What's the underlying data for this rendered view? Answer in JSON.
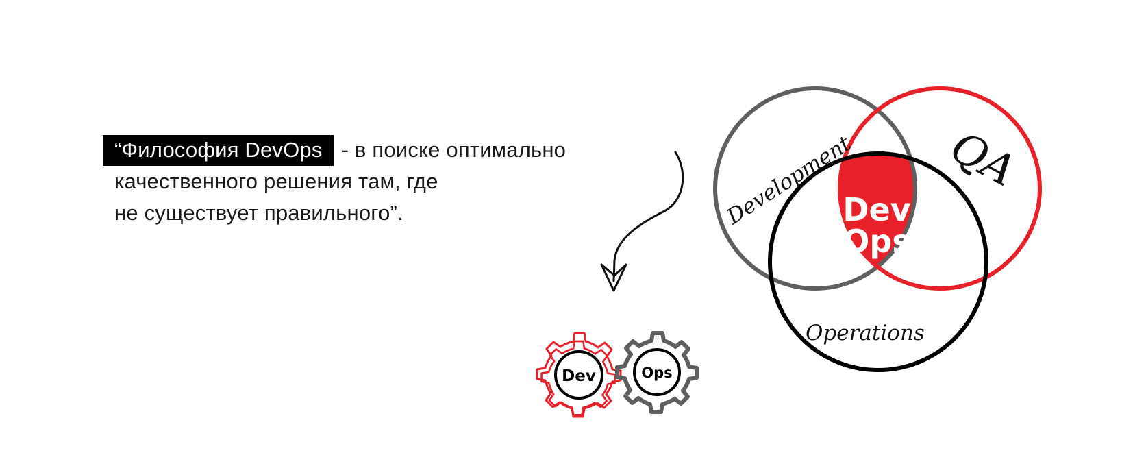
{
  "quote": {
    "highlight": "“Философия DevOps",
    "rest_line1": "- в поиске оптимально",
    "line2": "качественного решения там, где",
    "line3": "не существует правильного”."
  },
  "venn": {
    "circles": [
      {
        "name": "Development",
        "color": "#5f5f5f"
      },
      {
        "name": "QA",
        "color": "#e8202a"
      },
      {
        "name": "Operations",
        "color": "#000000"
      }
    ],
    "center_label_line1": "Dev",
    "center_label_line2": "Ops",
    "center_color": "#e8202a"
  },
  "gears": {
    "left_label": "Dev",
    "left_color": "#e8202a",
    "right_label": "Ops",
    "right_color": "#5f5f5f"
  },
  "icons": [
    "curved-arrow-icon"
  ]
}
